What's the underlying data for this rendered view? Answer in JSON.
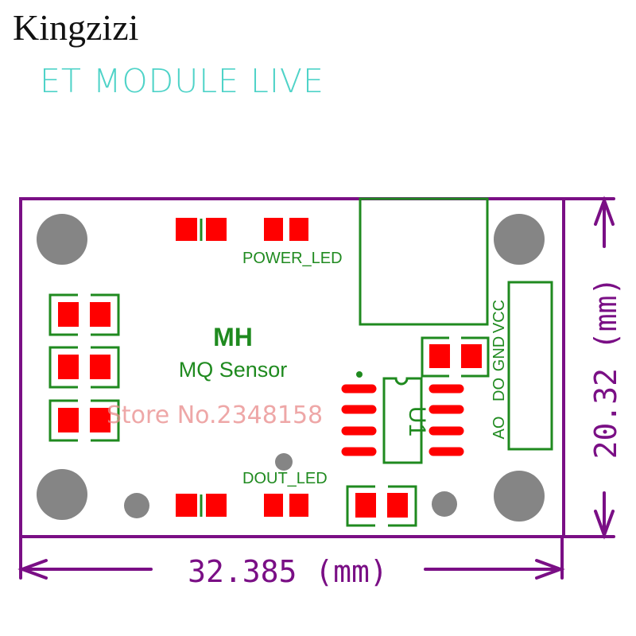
{
  "header": {
    "brand": "Kingzizi",
    "subtitle": "ET MODULE LIVE"
  },
  "board": {
    "title": "MH",
    "subtitle": "MQ Sensor",
    "labels": {
      "power_led": "POWER_LED",
      "dout_led": "DOUT_LED",
      "ic": "U1"
    },
    "pins": [
      "VCC",
      "GND",
      "DO",
      "AO"
    ],
    "watermark": "Store No.2348158"
  },
  "dimensions": {
    "width": "32.385 (mm)",
    "height": "20.32 (mm)"
  },
  "colors": {
    "outline": "#7a0f85",
    "silkscreen": "#1f8a1f",
    "pad": "#ff0000",
    "hole": "#858585",
    "brand": "#111111",
    "subtitle": "#4fd3c8"
  }
}
